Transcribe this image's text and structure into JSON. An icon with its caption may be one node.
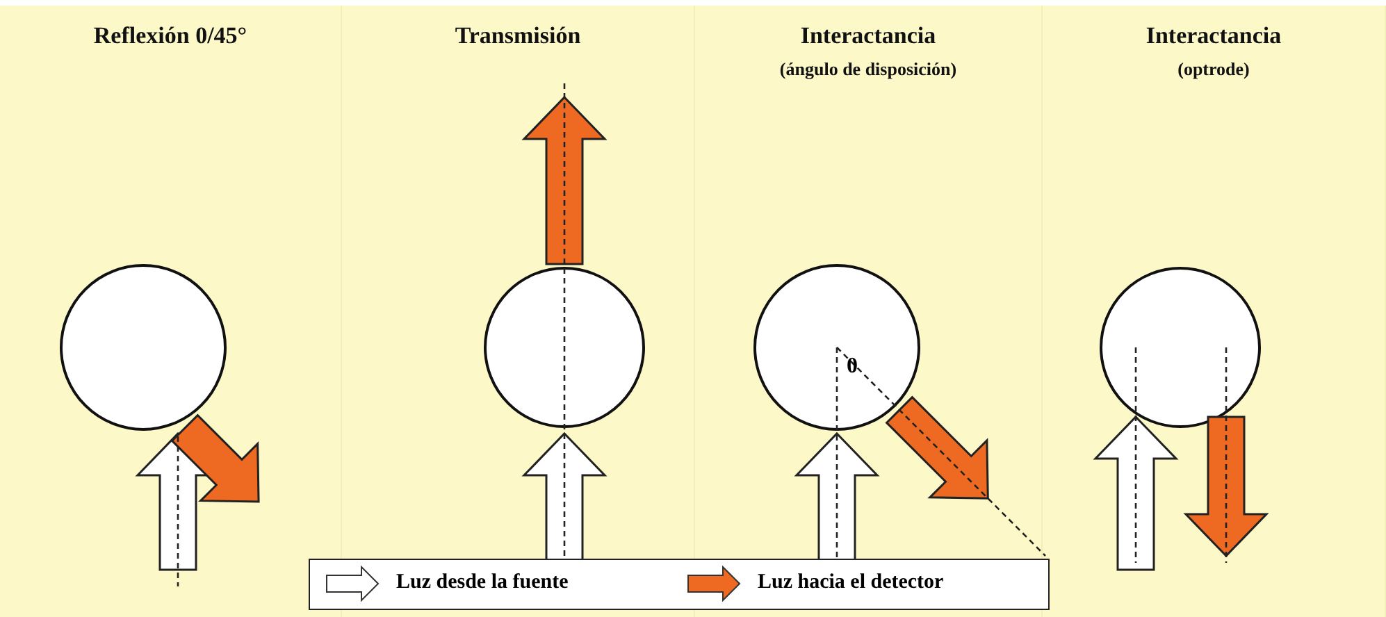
{
  "diagram": {
    "nodes": [
      {
        "text": [
          "Reflexión 0/45°"
        ]
      },
      {
        "text": [
          "Transmisión"
        ]
      },
      {
        "text": [
          "Interactancia",
          "(ángulo de disposición)"
        ]
      },
      {
        "text": [
          "Interactancia",
          "(optrode)"
        ]
      },
      {
        "text": [],
        "shape": "circle",
        "in": 0
      },
      {
        "text": [],
        "shape": "circle",
        "in": 1
      },
      {
        "text": [],
        "shape": "circle",
        "in": 2
      },
      {
        "text": [],
        "shape": "circle",
        "in": 3
      }
    ],
    "edges": [
      {
        "from": null,
        "to": 4,
        "arrow": "to"
      },
      {
        "from": 4,
        "to": null,
        "arrow": "to",
        "color": "#ee6a22"
      },
      {
        "from": null,
        "to": 5,
        "arrow": "to"
      },
      {
        "from": 5,
        "to": null,
        "arrow": "to",
        "color": "#ee6a22"
      },
      {
        "from": null,
        "to": 6,
        "arrow": "to"
      },
      {
        "from": 6,
        "to": null,
        "arrow": "to",
        "color": "#ee6a22"
      },
      {
        "from": null,
        "to": 7,
        "arrow": "to"
      },
      {
        "from": 7,
        "to": null,
        "arrow": "to",
        "color": "#ee6a22"
      }
    ],
    "labels": [
      "0"
    ],
    "legend": [
      {
        "text": "Luz desde la fuente"
      },
      {
        "text": "Luz hacia el detector"
      }
    ]
  }
}
